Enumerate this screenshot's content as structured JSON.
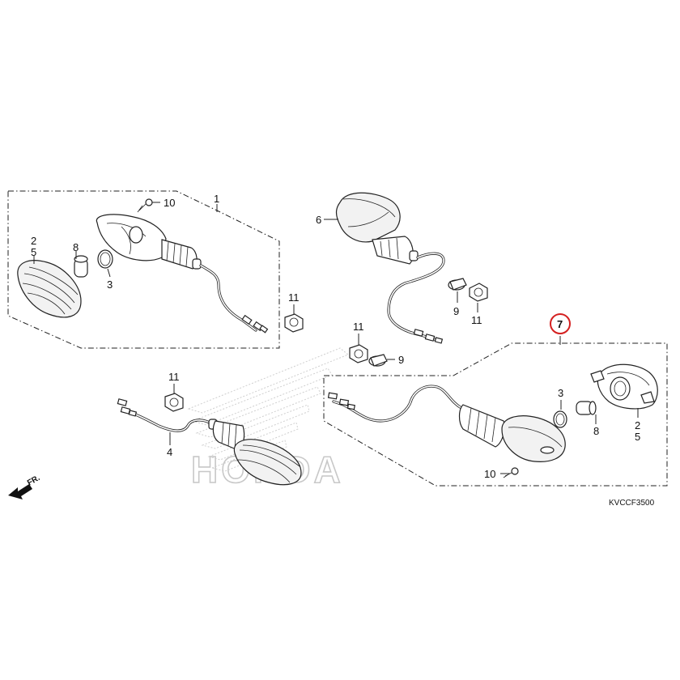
{
  "diagram": {
    "callouts": {
      "group_top_left": "1",
      "bulb_socket_left_a": "2",
      "bulb_socket_left_b": "5",
      "gasket_left": "3",
      "bulb_left": "8",
      "screw_left": "10",
      "nut_left": "11",
      "assembly_top_right": "6",
      "washer_top": "9",
      "nut_top": "11",
      "nut_center": "11",
      "washer_center": "9",
      "nut_bottom_left": "11",
      "assembly_bottom_left": "4",
      "group_bottom_right": "7",
      "gasket_right": "3",
      "bulb_right": "8",
      "bulb_socket_right_a": "2",
      "bulb_socket_right_b": "5",
      "screw_right": "10"
    },
    "highlighted_callout": "7",
    "highlight_color": "#d42020",
    "front_indicator": "FR.",
    "diagram_code": "KVCCF3500",
    "watermark": "HONDA"
  }
}
